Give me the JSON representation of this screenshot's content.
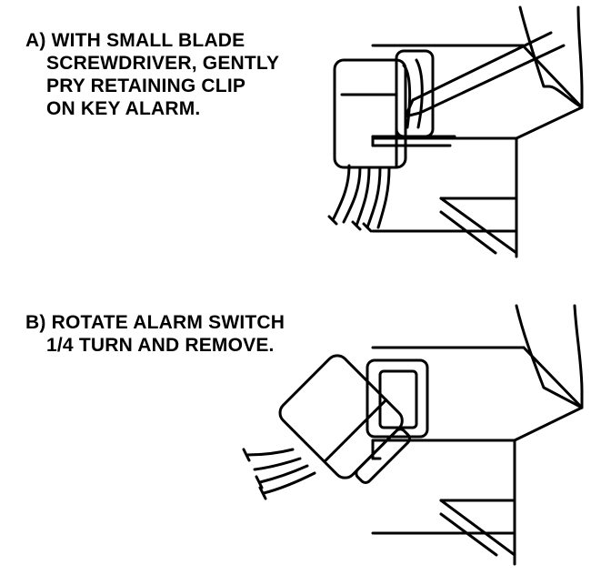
{
  "steps": [
    {
      "lines": [
        "A) WITH SMALL BLADE",
        "SCREWDRIVER, GENTLY",
        "PRY RETAINING CLIP",
        "ON KEY ALARM."
      ]
    },
    {
      "lines": [
        "B) ROTATE ALARM SWITCH",
        "1/4 TURN AND REMOVE."
      ]
    }
  ]
}
